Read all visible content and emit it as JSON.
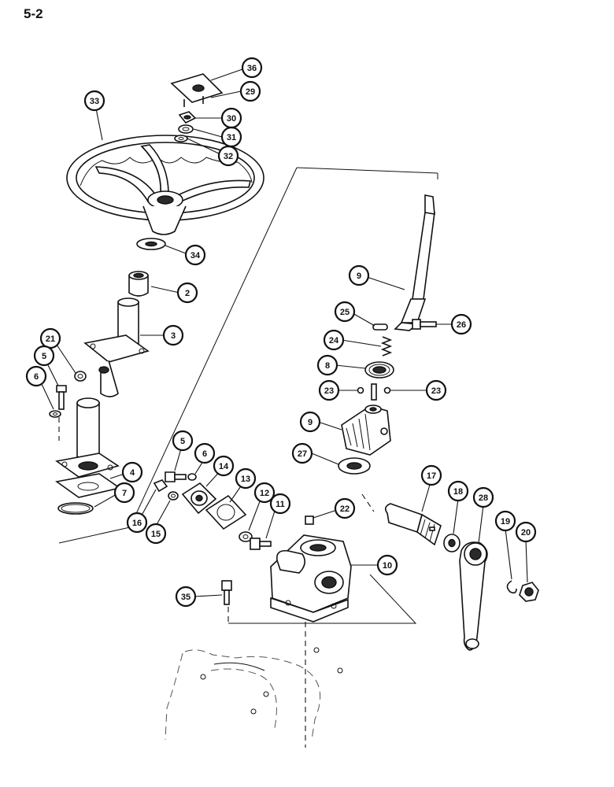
{
  "page": {
    "number": "5-2"
  },
  "callouts": [
    {
      "label": "36",
      "name": "callout-36"
    },
    {
      "label": "29",
      "name": "callout-29"
    },
    {
      "label": "30",
      "name": "callout-30"
    },
    {
      "label": "31",
      "name": "callout-31"
    },
    {
      "label": "32",
      "name": "callout-32"
    },
    {
      "label": "33",
      "name": "callout-33"
    },
    {
      "label": "34",
      "name": "callout-34"
    },
    {
      "label": "2",
      "name": "callout-2"
    },
    {
      "label": "3",
      "name": "callout-3"
    },
    {
      "label": "21",
      "name": "callout-21"
    },
    {
      "label": "5",
      "name": "callout-5-left"
    },
    {
      "label": "6",
      "name": "callout-6-left"
    },
    {
      "label": "4",
      "name": "callout-4"
    },
    {
      "label": "7",
      "name": "callout-7"
    },
    {
      "label": "9",
      "name": "callout-9-shaft"
    },
    {
      "label": "25",
      "name": "callout-25"
    },
    {
      "label": "26",
      "name": "callout-26"
    },
    {
      "label": "24",
      "name": "callout-24"
    },
    {
      "label": "8",
      "name": "callout-8"
    },
    {
      "label": "23",
      "name": "callout-23-left"
    },
    {
      "label": "23",
      "name": "callout-23-right"
    },
    {
      "label": "9",
      "name": "callout-9-nut"
    },
    {
      "label": "27",
      "name": "callout-27"
    },
    {
      "label": "5",
      "name": "callout-5-center"
    },
    {
      "label": "6",
      "name": "callout-6-center"
    },
    {
      "label": "14",
      "name": "callout-14"
    },
    {
      "label": "13",
      "name": "callout-13"
    },
    {
      "label": "12",
      "name": "callout-12"
    },
    {
      "label": "11",
      "name": "callout-11"
    },
    {
      "label": "22",
      "name": "callout-22"
    },
    {
      "label": "16",
      "name": "callout-16"
    },
    {
      "label": "15",
      "name": "callout-15"
    },
    {
      "label": "10",
      "name": "callout-10"
    },
    {
      "label": "35",
      "name": "callout-35"
    },
    {
      "label": "17",
      "name": "callout-17"
    },
    {
      "label": "18",
      "name": "callout-18"
    },
    {
      "label": "28",
      "name": "callout-28"
    },
    {
      "label": "19",
      "name": "callout-19"
    },
    {
      "label": "20",
      "name": "callout-20"
    }
  ]
}
